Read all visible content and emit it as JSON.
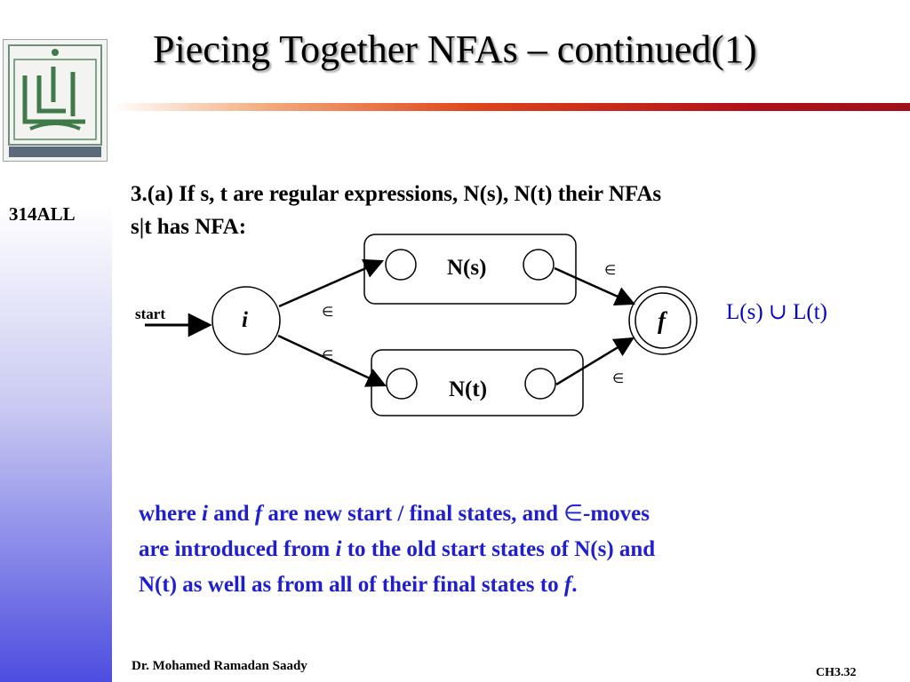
{
  "sidebar": {
    "logo_icon": "king-khalid-university-logo",
    "course_code": "314ALL"
  },
  "title": "Piecing Together NFAs – continued(1)",
  "intro": {
    "line1": "3.(a) If s, t are regular expressions, N(s), N(t) their NFAs",
    "line2": "s|t has NFA:"
  },
  "diagram": {
    "start_label": "start",
    "initial_state": "i",
    "final_state": "f",
    "box_top_label": "N(s)",
    "box_bottom_label": "N(t)",
    "epsilon": "∈"
  },
  "union_label": "L(s) ∪ L(t)",
  "explanation": {
    "l1_a": "where ",
    "l1_i": "i",
    "l1_b": " and ",
    "l1_f": "f",
    "l1_c": " are new start / final states, and ",
    "l1_eps": "∈",
    "l1_d": "-moves",
    "l2_a": "are introduced from ",
    "l2_i": "i",
    "l2_b": " to the old start states of N(s) and",
    "l3_a": "N(t) as well as from all of their final states to ",
    "l3_f": "f",
    "l3_b": "."
  },
  "footer": {
    "author": "Dr. Mohamed Ramadan Saady",
    "slide_number": "CH3.32"
  },
  "colors": {
    "accent_blue": "#1f1fd0",
    "rule_red": "#b0101a"
  }
}
